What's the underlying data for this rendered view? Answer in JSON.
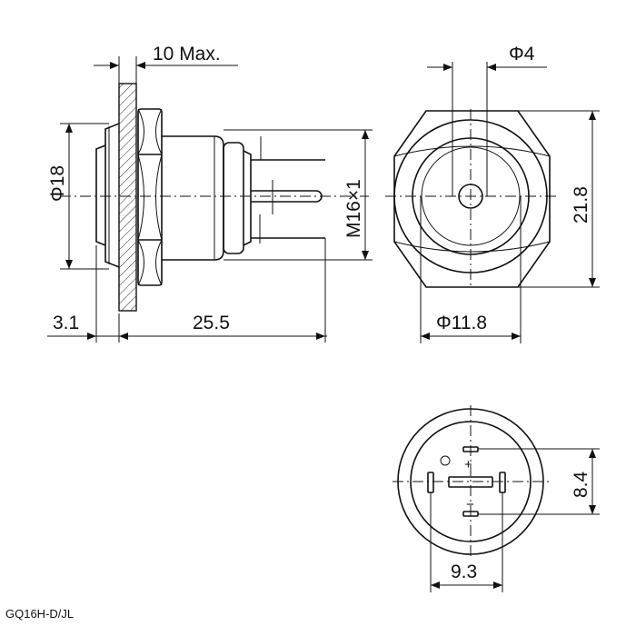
{
  "part_code": "GQ16H-D/JL",
  "dimensions": {
    "panel_max": "10 Max.",
    "head_dia": "Φ18",
    "thread": "M16×1",
    "head_height": "3.1",
    "body_length": "25.5",
    "lamp_dia": "Φ4",
    "nut_across_corners": "21.8",
    "bezel_dia": "Φ11.8",
    "pin_spacing_v": "8.4",
    "pin_spacing_h": "9.3"
  },
  "terminal_marks": {
    "plus": "+",
    "minus": "−"
  }
}
